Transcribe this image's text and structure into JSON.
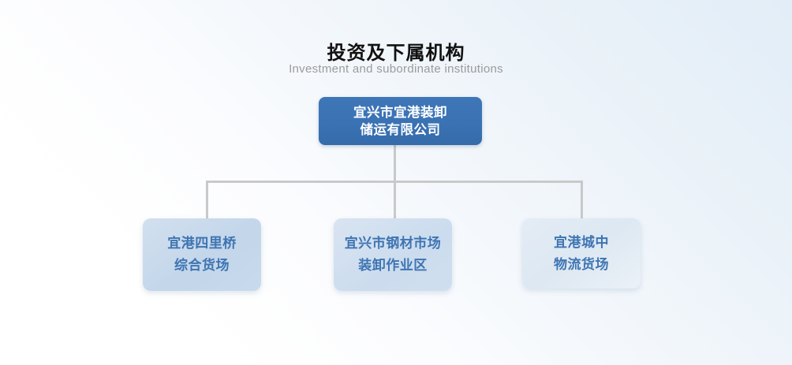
{
  "header": {
    "title": "投资及下属机构",
    "subtitle": "Investment and subordinate institutions"
  },
  "org_chart": {
    "root": {
      "line1": "宜兴市宜港装卸",
      "line2": "储运有限公司"
    },
    "children": [
      {
        "line1": "宜港四里桥",
        "line2": "综合货场"
      },
      {
        "line1": "宜兴市钢材市场",
        "line2": "装卸作业区"
      },
      {
        "line1": "宜港城中",
        "line2": "物流货场"
      }
    ]
  },
  "colors": {
    "root_box_bg": "#3a72b4",
    "root_box_text": "#ffffff",
    "child_box_bg": "#c9dbed",
    "child_box_text": "#3e74b2",
    "connector": "#c9c9c9",
    "title_text": "#111111",
    "subtitle_text": "#9b9b9b",
    "background_top_right": "#e2edf7",
    "background_bottom": "#ffffff"
  }
}
